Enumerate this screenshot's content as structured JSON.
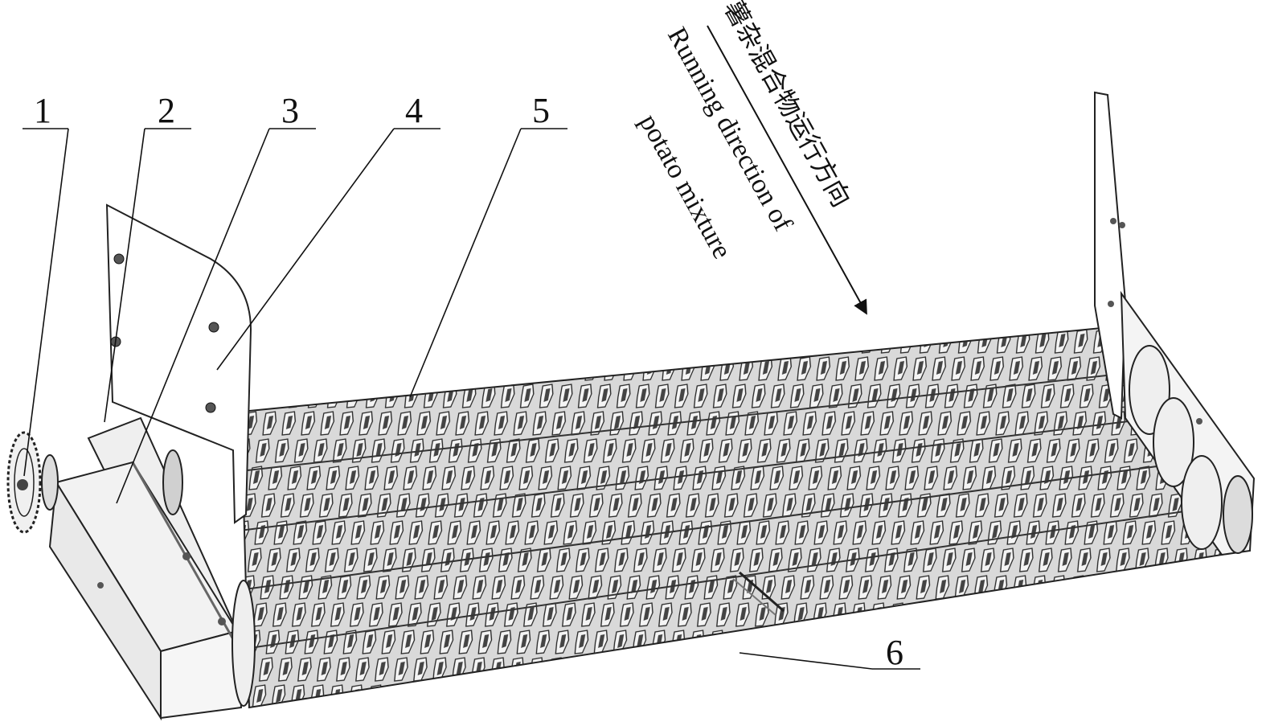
{
  "callouts": {
    "c1": "1",
    "c2": "2",
    "c3": "3",
    "c4": "4",
    "c5": "5",
    "c6": "6"
  },
  "direction": {
    "label_cn": "薯杂混合物运行方向",
    "label_en_line1": "Running direction of",
    "label_en_line2": "potato mixture"
  }
}
